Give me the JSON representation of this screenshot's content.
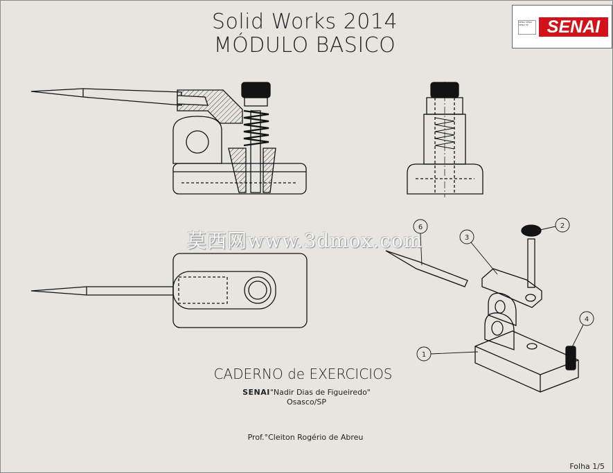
{
  "title": {
    "line1": "Solid Works 2014",
    "line2": "MÓDULO BASICO"
  },
  "logo": {
    "brand": "SENAI",
    "small_text": "SENAI SENAI SENAI SP"
  },
  "watermark": "莫西网www.3dmox.com",
  "caderno": "CADERNO de EXERCICIOS",
  "school": {
    "brand": "SENAI",
    "name": "\"Nadir Dias de Figueiredo\"",
    "city": "Osasco/SP"
  },
  "professor": "Prof.°Cleiton Rogério de Abreu",
  "sheet": "Folha 1/5",
  "balloons": [
    "1",
    "2",
    "3",
    "4",
    "6"
  ],
  "colors": {
    "paper": "#e6e5df",
    "line": "#111111",
    "brand_red": "#d1121a"
  }
}
